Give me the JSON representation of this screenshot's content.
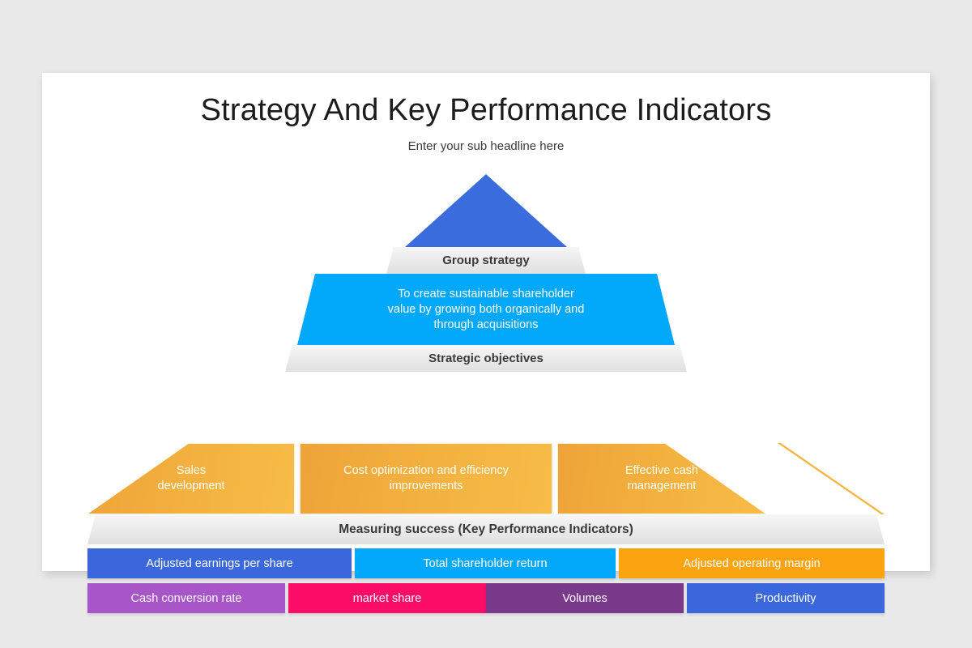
{
  "slide": {
    "title": "Strategy And Key Performance Indicators",
    "subtitle": "Enter your sub headline here"
  },
  "pyramid": {
    "apex": {
      "color": "#3a6cdd"
    },
    "bands": [
      {
        "label": "Group strategy"
      },
      {
        "label": "Strategic objectives"
      },
      {
        "label": "Measuring success (Key Performance Indicators)"
      }
    ],
    "vision": {
      "text": "To create sustainable shareholder\nvalue by growing both organically and\nthrough acquisitions",
      "color": "#02a8f9"
    },
    "objectives": [
      {
        "label": "Sales\ndevelopment",
        "color": "#f0a73a"
      },
      {
        "label": "Cost optimization and efficiency\nimprovements",
        "color": "#f2ae3d"
      },
      {
        "label": "Effective cash\nmanagement",
        "color": "#f3b23f"
      }
    ]
  },
  "kpi_rows": [
    [
      {
        "label": "Adjusted earnings per share",
        "color": "#3a68dc"
      },
      {
        "label": "Total shareholder return",
        "color": "#02a8f9"
      },
      {
        "label": "Adjusted operating margin",
        "color": "#fba310"
      }
    ],
    [
      {
        "label": "Cash conversion rate",
        "color": "#a855c8"
      },
      {
        "label": "market share",
        "color": "#fa0c67"
      },
      {
        "label": "Volumes",
        "color": "#7a3a8c"
      },
      {
        "label": "Productivity",
        "color": "#3a68dc"
      }
    ]
  ]
}
